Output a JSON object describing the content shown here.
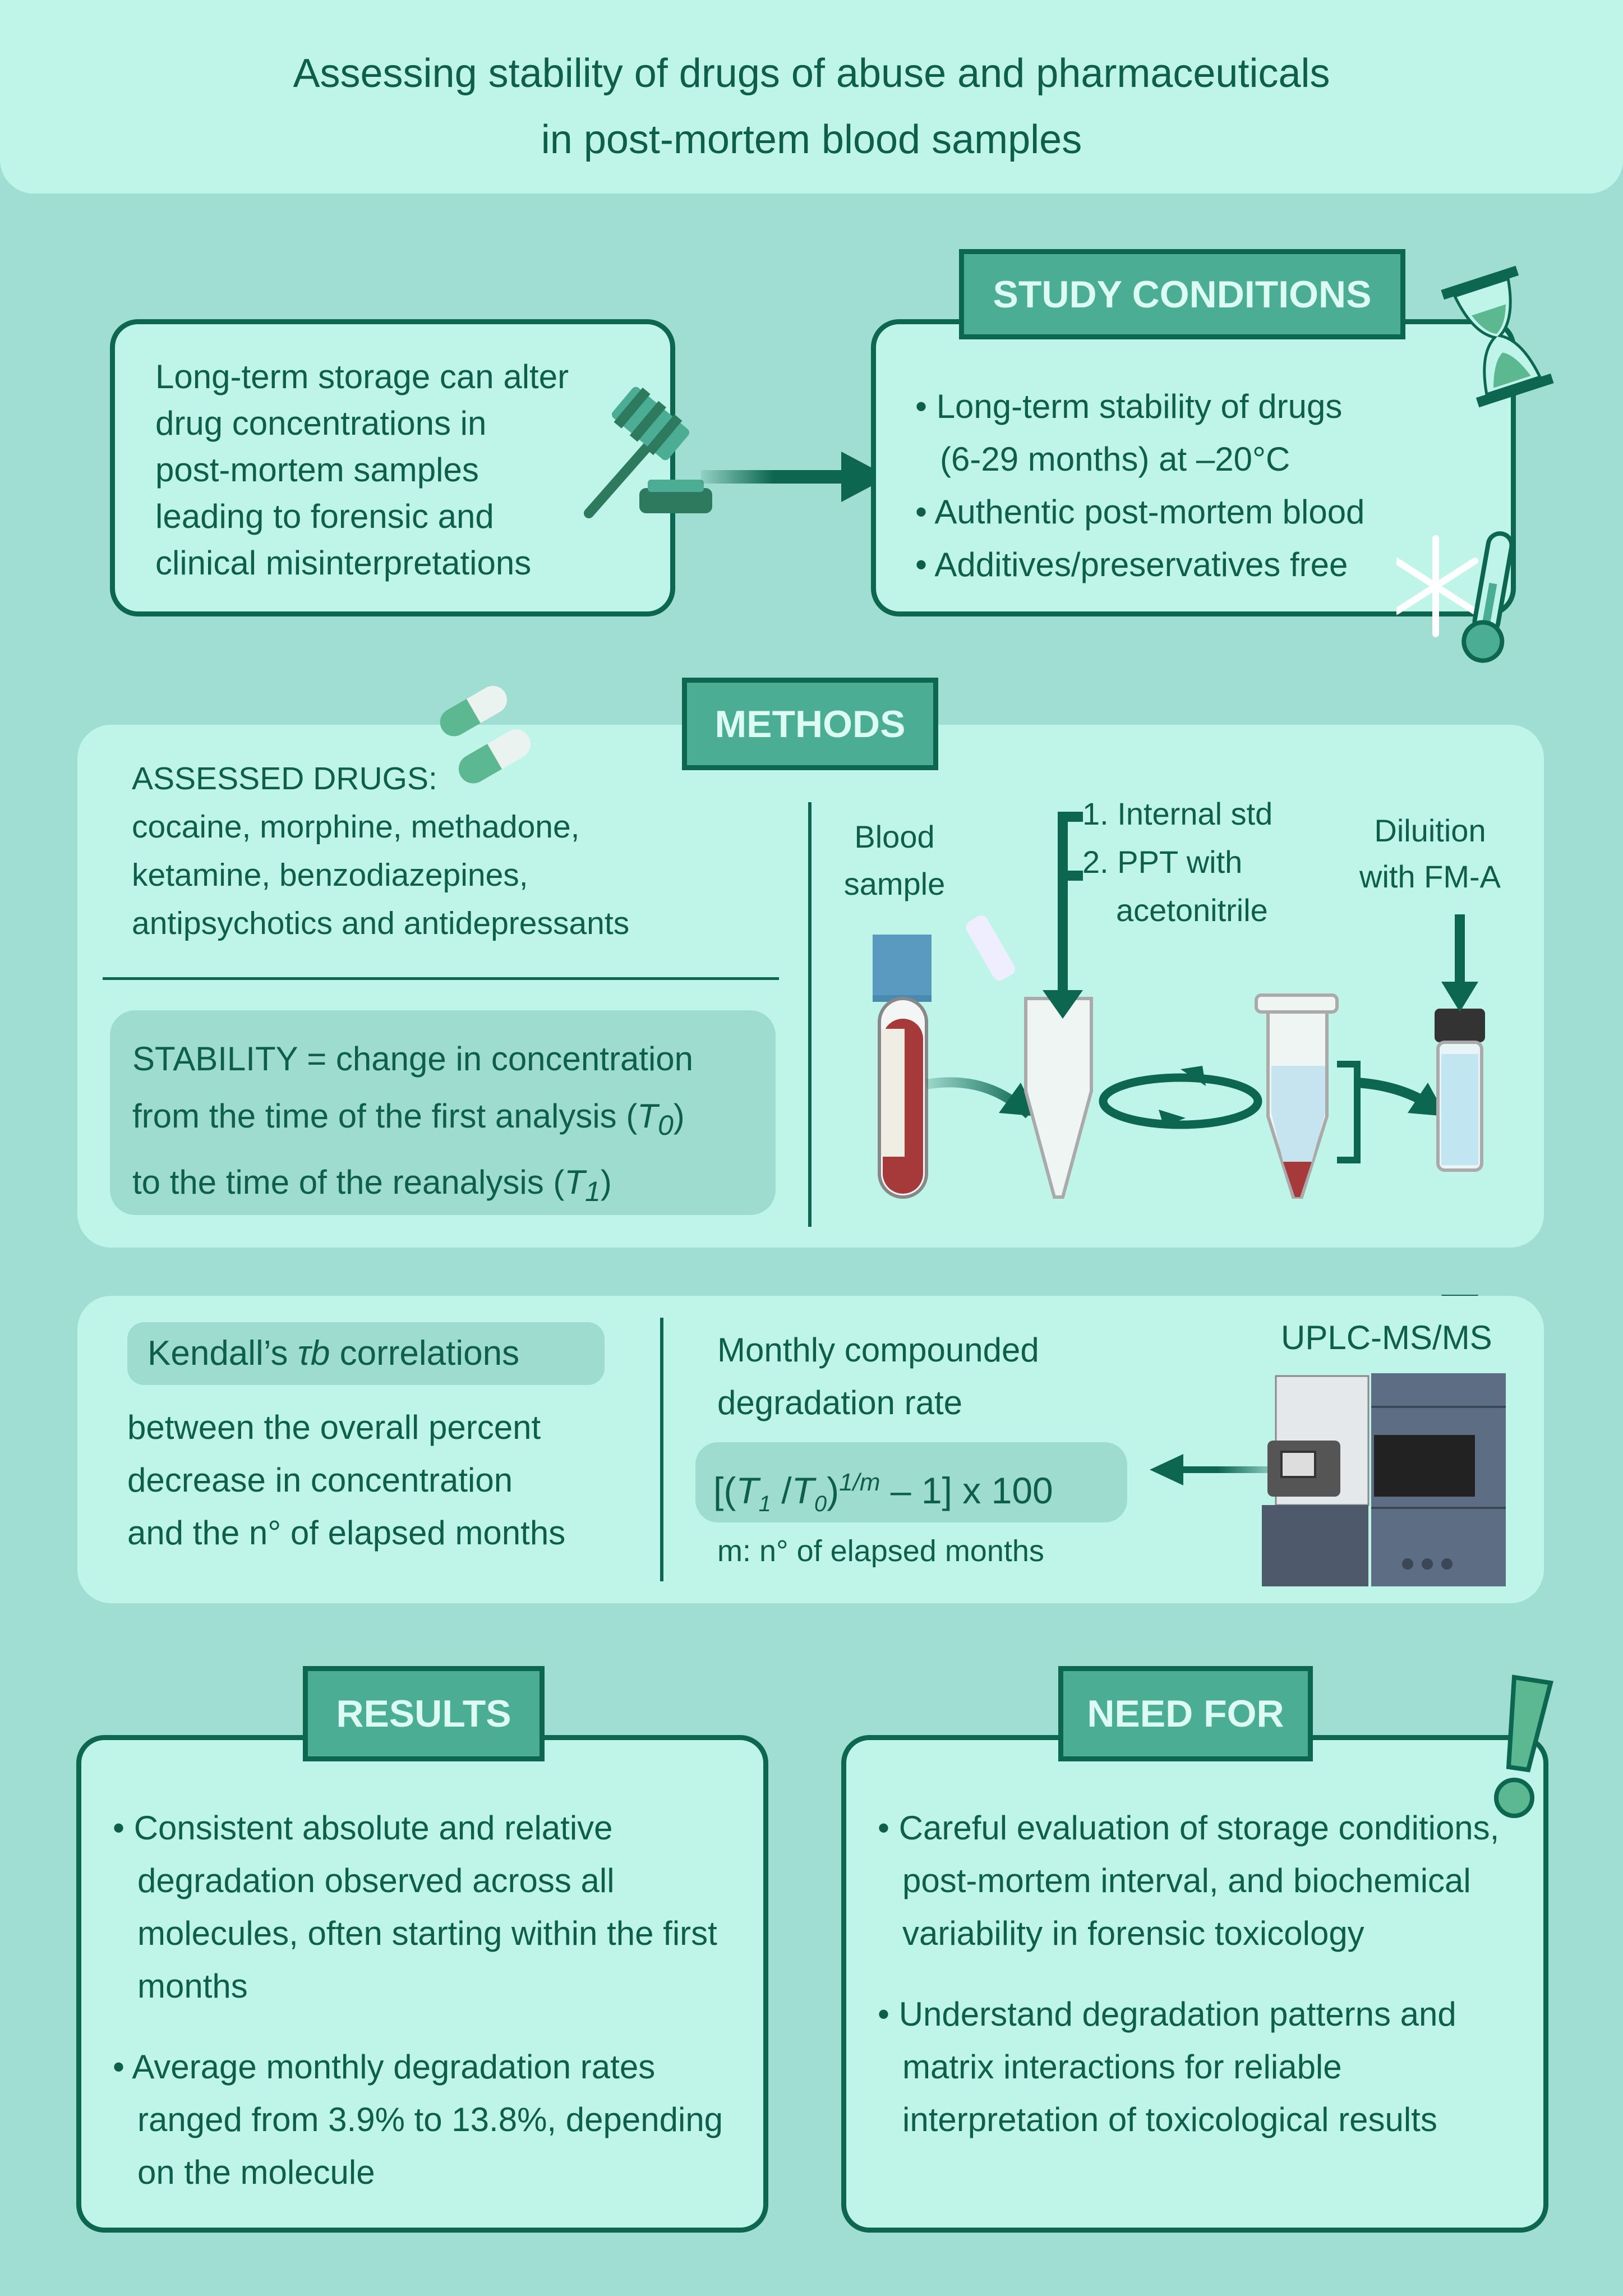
{
  "title": {
    "line1": "Assessing stability of drugs of abuse and pharmaceuticals",
    "line2": "in post-mortem blood samples"
  },
  "intro": {
    "lines": [
      "Long-term storage can alter",
      "drug concentrations in",
      "post-mortem samples",
      "leading to forensic and",
      "clinical misinterpretations"
    ]
  },
  "study": {
    "label": "STUDY CONDITIONS",
    "items": [
      {
        "l1": "Long-term stability of drugs",
        "l2": "(6-29 months) at –20°C"
      },
      {
        "l1": "Authentic post-mortem blood"
      },
      {
        "l1": "Additives/preservatives free"
      }
    ]
  },
  "methods": {
    "label": "METHODS",
    "drugs_heading": "ASSESSED DRUGS:",
    "drugs_lines": [
      "cocaine, morphine, methadone,",
      "ketamine, benzodiazepines,",
      "antipsychotics and antidepressants"
    ],
    "stability": {
      "l1": "STABILITY = change in concentration",
      "l2a": "from the time of the first analysis (",
      "t0": "T",
      "t0sub": "0",
      "l2b": ")",
      "l3a": "to the time of the reanalysis (",
      "t1": "T",
      "t1sub": "1",
      "l3b": ")"
    },
    "blood_l1": "Blood",
    "blood_l2": "sample",
    "step1": "1. Internal std",
    "step2a": "2. PPT with",
    "step2b": "acetonitrile",
    "dil_l1": "Diluition",
    "dil_l2": "with FM-A"
  },
  "analysis": {
    "kendall_a": "Kendall’s ",
    "kendall_tau": "τb",
    "kendall_b": " correlations",
    "kendall_lines": [
      "between the overall percent",
      "decrease in concentration",
      "and the n° of elapsed months"
    ],
    "monthly_l1": "Monthly compounded",
    "monthly_l2": "degradation rate",
    "formula": {
      "open": "[(",
      "t1": "T",
      "s1": "1",
      "slash": " /",
      "t0": "T",
      "s0": "0",
      "close": ")",
      "exp": "1/m",
      "rest": "– 1]  x 100"
    },
    "m_note": "m: n° of elapsed months",
    "instrument": "UPLC-MS/MS"
  },
  "results": {
    "label": "RESULTS",
    "items": [
      "Consistent absolute and relative degradation observed across all molecules, often starting within the first months",
      "Average monthly degradation rates ranged from 3.9% to 13.8%, depending on the molecule"
    ]
  },
  "need": {
    "label": "NEED FOR",
    "items": [
      "Careful evaluation of storage conditions, post-mortem interval, and biochemical variability in forensic toxicology",
      "Understand degradation patterns and matrix interactions for reliable interpretation of toxicological results"
    ]
  },
  "colors": {
    "background": "#a0ddd2",
    "panel": "#bff5e9",
    "dark_green": "#0c6650",
    "label_fill": "#4aad94",
    "blood": "#a6393a"
  }
}
